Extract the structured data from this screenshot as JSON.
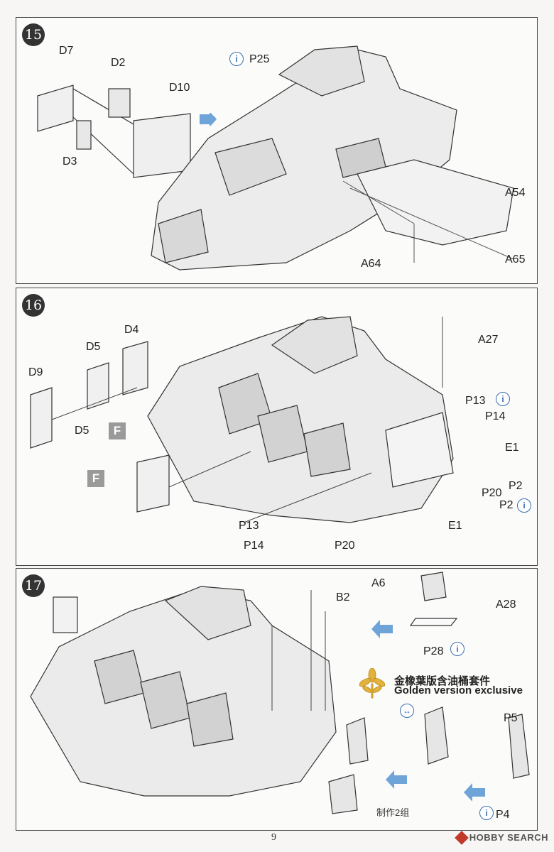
{
  "page_number": "9",
  "watermark": "HOBBY SEARCH",
  "steps": [
    {
      "number": "15",
      "labels": [
        "D7",
        "D2",
        "D10",
        "D3",
        "P25",
        "A54",
        "A64",
        "A65"
      ]
    },
    {
      "number": "16",
      "labels": [
        "D4",
        "D5",
        "D9",
        "D5",
        "F",
        "F",
        "A27",
        "P13",
        "P14",
        "E1",
        "P2",
        "P20",
        "P2",
        "E1",
        "P13",
        "P14",
        "P20"
      ]
    },
    {
      "number": "17",
      "labels": [
        "A6",
        "A28",
        "B2",
        "P28",
        "P5",
        "P4"
      ]
    }
  ],
  "golden": {
    "cn": "金橡葉版含油桶套件",
    "en": "Golden version exclusive"
  },
  "make_two": "制作2组",
  "colors": {
    "info_icon": "#3a6fb0",
    "arrow_blue": "#6fa4d8",
    "gold_leaf": "#e3b23c"
  }
}
